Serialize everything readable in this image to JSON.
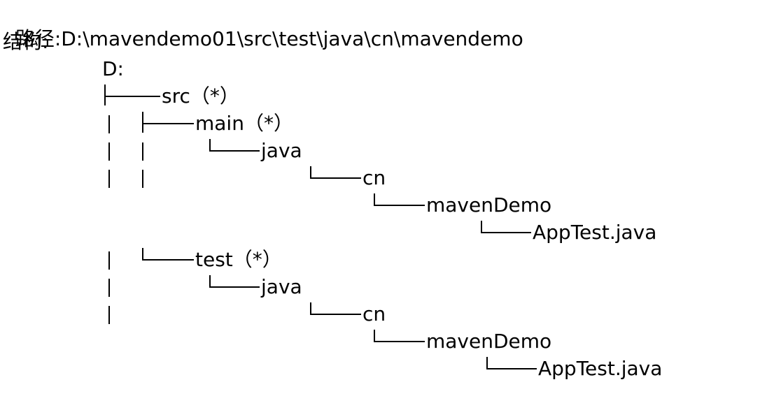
{
  "path": {
    "label": "路径:",
    "value": "D:\\mavendemo01\\src\\test\\java\\cn\\mavendemo"
  },
  "structure": {
    "label": "结构:"
  },
  "tree": {
    "root": "D:",
    "src": "src（*）",
    "main": "main（*）",
    "main_java": "java",
    "main_cn": "cn",
    "main_mavenDemo": "mavenDemo",
    "main_file": "AppTest.java",
    "test": "test（*）",
    "test_java": "java",
    "test_cn": "cn",
    "test_mavenDemo": "mavenDemo",
    "test_file": "AppTest.java"
  }
}
